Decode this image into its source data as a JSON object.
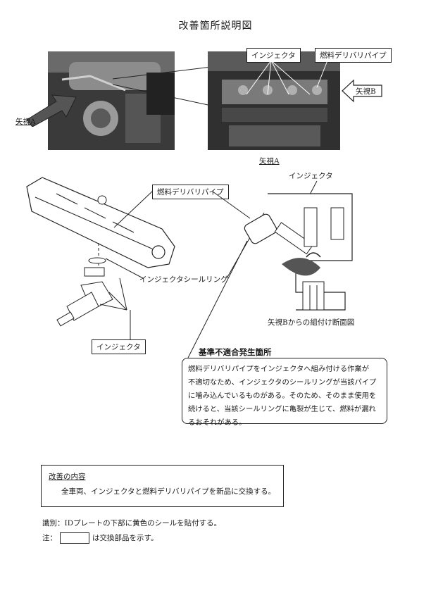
{
  "title": "改善箇所説明図",
  "photo_left": {
    "label_view_a": "矢視A"
  },
  "photo_right": {
    "label_injector": "インジェクタ",
    "label_fuel_pipe": "燃料デリバリパイプ",
    "label_view_b": "矢視B",
    "caption": "矢視A"
  },
  "diagram": {
    "label_fuel_pipe": "燃料デリバリパイプ",
    "label_seal_ring": "インジェクタシールリング",
    "label_injector_box": "インジェクタ",
    "label_injector_top": "インジェクタ",
    "caption_section": "矢視Bからの組付け断面図"
  },
  "callout": {
    "title": "基準不適合発生箇所",
    "lines": [
      "燃料デリバリパイプをインジェクタへ組み付ける作業が",
      "不適切なため、インジェクタのシールリングが当該パイプ",
      "に噛み込んでいるものがある。そのため、そのまま使用を",
      "続けると、当該シールリングに亀裂が生じて、燃料が漏れ",
      "るおそれがある。"
    ]
  },
  "improvement": {
    "heading": "改善の内容",
    "body": "全車両、インジェクタと燃料デリバリパイプを新品に交換する。"
  },
  "identification": "識別：IDプレートの下部に黄色のシールを貼付する。",
  "note": {
    "prefix": "注：",
    "suffix": "は交換部品を示す。"
  }
}
